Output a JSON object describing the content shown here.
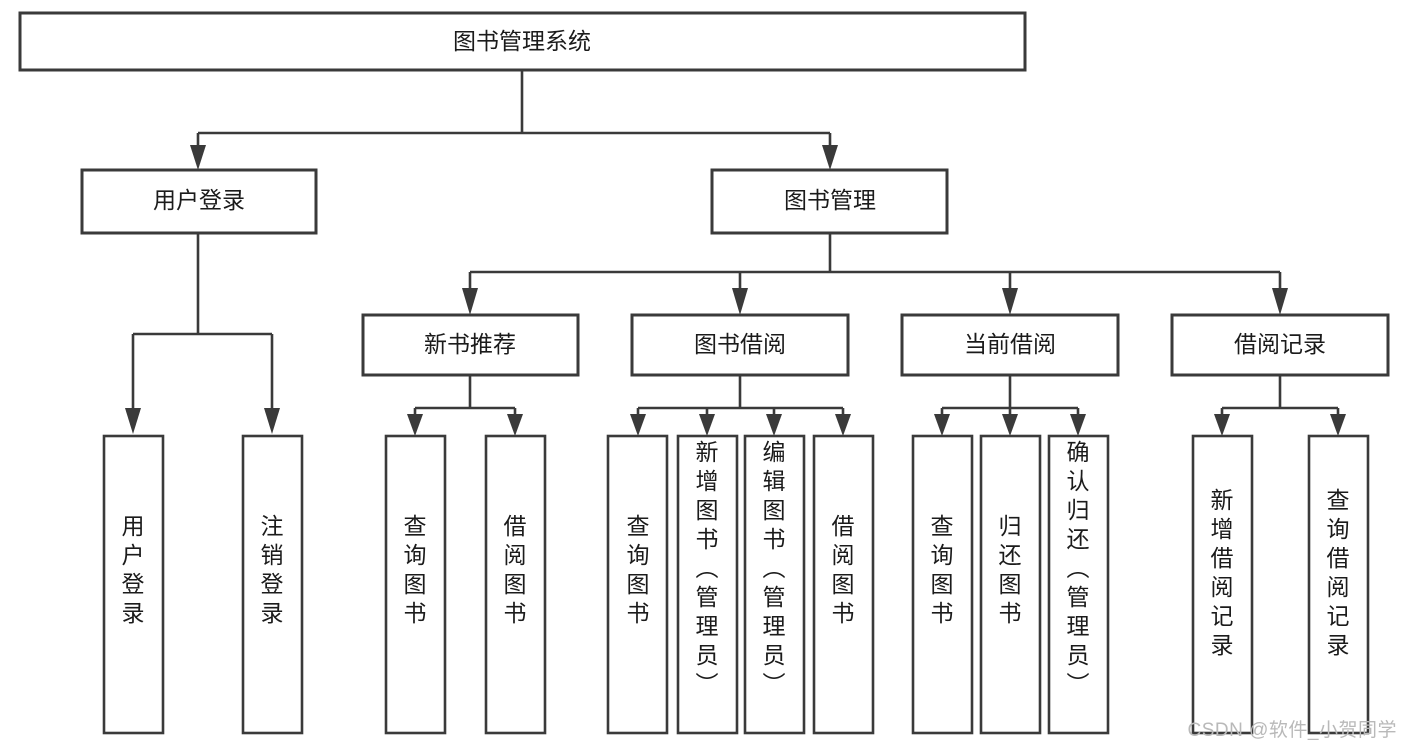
{
  "diagram": {
    "type": "hierarchy-tree",
    "title": "图书管理系统",
    "watermark": "CSDN @软件_小贺同学",
    "colors": {
      "background": "#ffffff",
      "box_stroke": "#3a3a3a",
      "box_fill": "#ffffff",
      "text": "#1b1b1b",
      "watermark": "#b9b9b9"
    },
    "root": {
      "label": "图书管理系统"
    },
    "level2": [
      {
        "label": "用户登录"
      },
      {
        "label": "图书管理"
      }
    ],
    "level3": [
      {
        "label": "新书推荐"
      },
      {
        "label": "图书借阅"
      },
      {
        "label": "当前借阅"
      },
      {
        "label": "借阅记录"
      }
    ],
    "leaves": {
      "user_login": [
        {
          "label": "用户登录"
        },
        {
          "label": "注销登录"
        }
      ],
      "new_book_recommend": [
        {
          "label": "查询图书"
        },
        {
          "label": "借阅图书"
        }
      ],
      "book_borrow": [
        {
          "label": "查询图书"
        },
        {
          "label": "新增图书（管理员）"
        },
        {
          "label": "编辑图书（管理员）"
        },
        {
          "label": "借阅图书"
        }
      ],
      "current_borrow": [
        {
          "label": "查询图书"
        },
        {
          "label": "归还图书"
        },
        {
          "label": "确认归还（管理员）"
        }
      ],
      "borrow_record": [
        {
          "label": "新增借阅记录"
        },
        {
          "label": "查询借阅记录"
        }
      ]
    }
  }
}
